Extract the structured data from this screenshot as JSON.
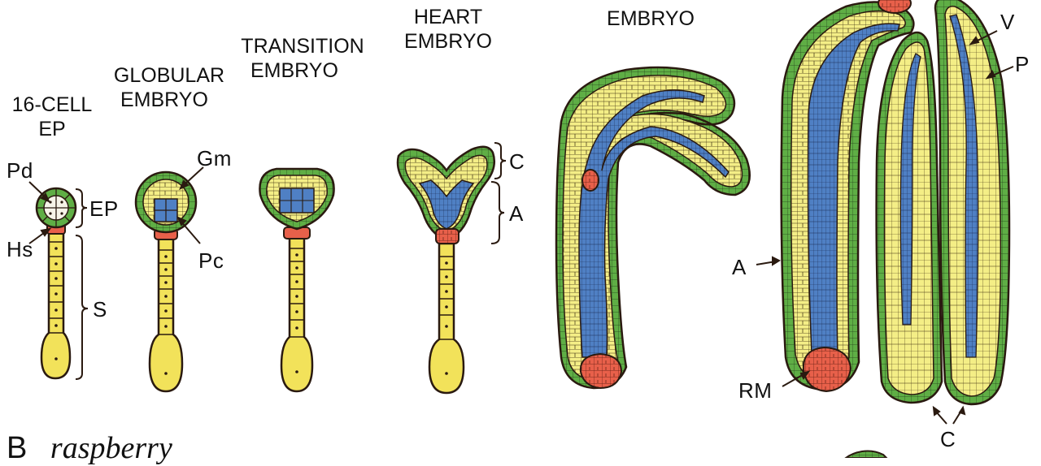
{
  "stages": {
    "s16": {
      "line1": "16-CELL",
      "line2": "EP"
    },
    "globular": {
      "line1": "GLOBULAR",
      "line2": "EMBRYO"
    },
    "transition": {
      "line1": "TRANSITION",
      "line2": "EMBRYO"
    },
    "heart": {
      "line1": "HEART",
      "line2": "EMBRYO"
    },
    "torpedo": {
      "line2": "EMBRYO"
    }
  },
  "labels": {
    "pd": "Pd",
    "ep": "EP",
    "hs": "Hs",
    "s": "S",
    "gm": "Gm",
    "pc": "Pc",
    "c": "C",
    "a": "A",
    "v": "V",
    "p": "P",
    "a2": "A",
    "rm": "RM",
    "c2": "C"
  },
  "panel_b": {
    "letter": "B",
    "name": "raspberry"
  },
  "colors": {
    "outline": "#2a1a10",
    "protoderm": "#5fae45",
    "ground": "#f4ee86",
    "suspensor": "#f2e25a",
    "procambium": "#4f80c4",
    "hypophysis": "#e8604a"
  }
}
